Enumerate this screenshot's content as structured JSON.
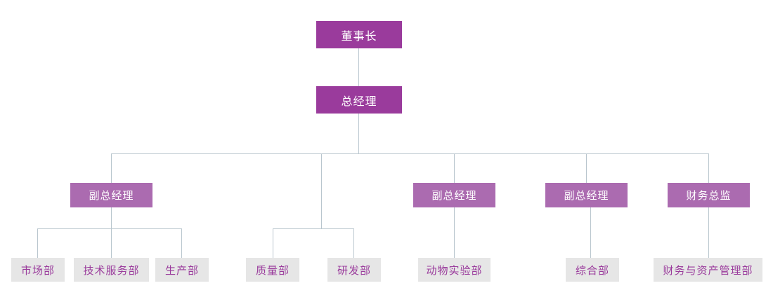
{
  "chart_data": {
    "type": "diagram",
    "diagram_type": "organization-chart",
    "title": "",
    "colors": {
      "top_node_fill": "#9a3b9c",
      "top_node_text": "#ffffff",
      "mid_node_fill": "#ab6bb0",
      "mid_node_text": "#ffffff",
      "leaf_node_fill": "#e6e6e6",
      "leaf_node_text": "#9a3b9c",
      "connector_line": "#b9c6ce",
      "background": "#ffffff"
    },
    "levels": [
      {
        "level": 1,
        "nodes": [
          {
            "id": "chairman",
            "label": "董事长"
          }
        ]
      },
      {
        "level": 2,
        "nodes": [
          {
            "id": "gm",
            "label": "总经理",
            "parent": "chairman"
          }
        ]
      },
      {
        "level": 3,
        "nodes": [
          {
            "id": "dgm1",
            "label": "副总经理",
            "parent": "gm"
          },
          {
            "id": "dgm2",
            "label": "副总经理",
            "parent": "gm"
          },
          {
            "id": "dgm3",
            "label": "副总经理",
            "parent": "gm"
          },
          {
            "id": "cfo",
            "label": "财务总监",
            "parent": "gm"
          }
        ]
      },
      {
        "level": 4,
        "nodes": [
          {
            "id": "marketing",
            "label": "市场部",
            "parent": "dgm1"
          },
          {
            "id": "techservice",
            "label": "技术服务部",
            "parent": "dgm1"
          },
          {
            "id": "production",
            "label": "生产部",
            "parent": "dgm1"
          },
          {
            "id": "quality",
            "label": "质量部",
            "parent": "gm"
          },
          {
            "id": "rnd",
            "label": "研发部",
            "parent": "gm"
          },
          {
            "id": "animallab",
            "label": "动物实验部",
            "parent": "dgm2"
          },
          {
            "id": "general",
            "label": "综合部",
            "parent": "dgm3"
          },
          {
            "id": "finance",
            "label": "财务与资产管理部",
            "parent": "cfo"
          }
        ]
      }
    ]
  },
  "nodes": {
    "chairman": {
      "label": "董事长"
    },
    "gm": {
      "label": "总经理"
    },
    "dgm1": {
      "label": "副总经理"
    },
    "dgm2": {
      "label": "副总经理"
    },
    "dgm3": {
      "label": "副总经理"
    },
    "cfo": {
      "label": "财务总监"
    },
    "marketing": {
      "label": "市场部"
    },
    "techservice": {
      "label": "技术服务部"
    },
    "production": {
      "label": "生产部"
    },
    "quality": {
      "label": "质量部"
    },
    "rnd": {
      "label": "研发部"
    },
    "animallab": {
      "label": "动物实验部"
    },
    "general": {
      "label": "综合部"
    },
    "finance": {
      "label": "财务与资产管理部"
    }
  }
}
